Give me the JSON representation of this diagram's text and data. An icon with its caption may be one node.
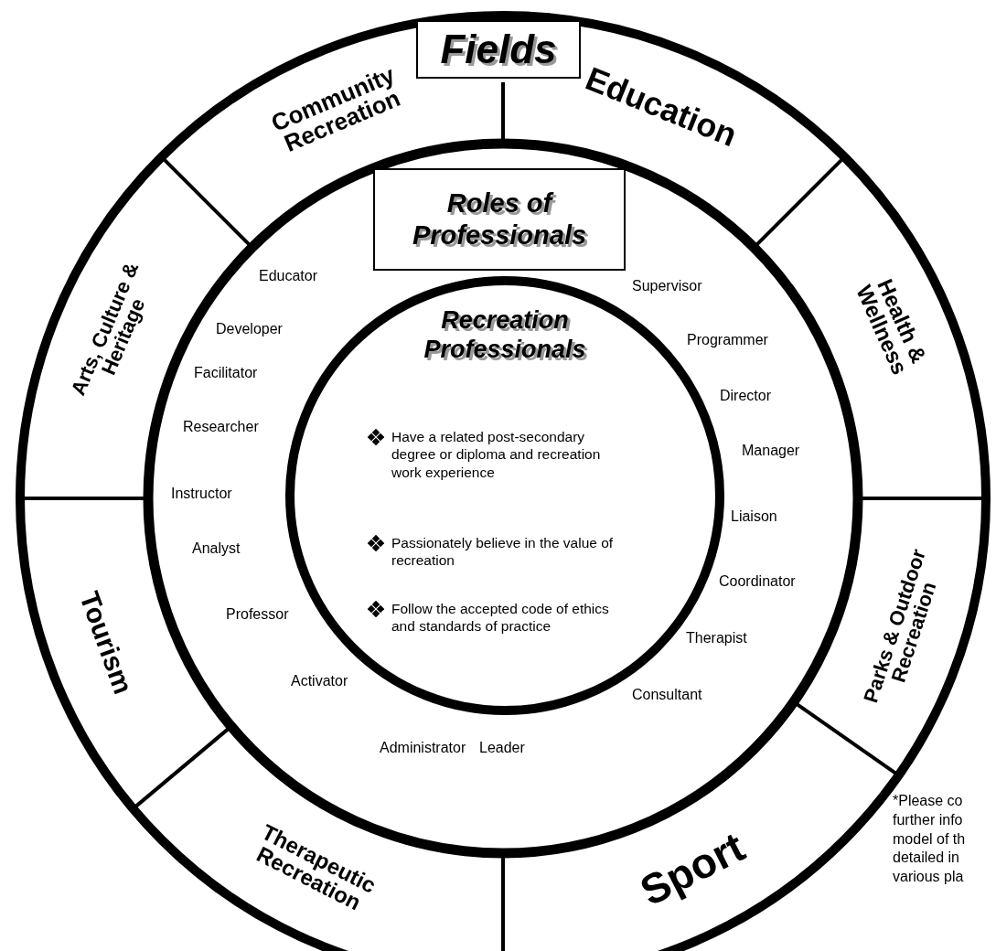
{
  "diagram": {
    "nodes": [
      {
        "text": [
          "Fields"
        ]
      },
      {
        "text": [
          "Roles of Professionals"
        ]
      },
      {
        "text": [
          "Recreation Professionals",
          "Have a related post-secondary degree or diploma and recreation work experience",
          "Passionately believe in the value of recreation",
          "Follow the accepted code of ethics and standards of practice"
        ]
      },
      {
        "text": [
          "Education"
        ]
      },
      {
        "text": [
          "Health & Wellness"
        ]
      },
      {
        "text": [
          "Parks & Outdoor Recreation"
        ]
      },
      {
        "text": [
          "Sport"
        ]
      },
      {
        "text": [
          "Therapeutic Recreation"
        ]
      },
      {
        "text": [
          "Tourism"
        ]
      },
      {
        "text": [
          "Arts, Culture & Heritage"
        ]
      },
      {
        "text": [
          "Community Recreation"
        ]
      }
    ],
    "edges": [],
    "labels": [
      "Educator",
      "Developer",
      "Facilitator",
      "Researcher",
      "Instructor",
      "Analyst",
      "Professor",
      "Activator",
      "Administrator",
      "Leader",
      "Supervisor",
      "Programmer",
      "Director",
      "Manager",
      "Liaison",
      "Coordinator",
      "Therapist",
      "Consultant",
      "*Please co further info model of th detailed in various pla"
    ]
  }
}
